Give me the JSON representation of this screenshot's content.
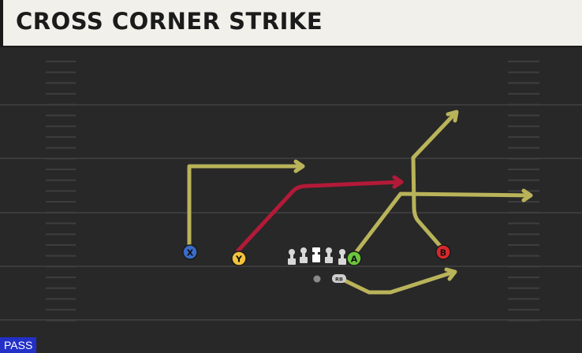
{
  "play": {
    "title": "CROSS CORNER STRIKE",
    "type_badge": "PASS"
  },
  "colors": {
    "route_default": "#b9b35a",
    "route_primary": "#b31a38",
    "button_x": "#3a6cc8",
    "button_y": "#f2c33c",
    "button_a": "#6cc63c",
    "button_b": "#d9282c",
    "lineman": "#d8d8d8",
    "center": "#ffffff"
  },
  "players": {
    "x": {
      "label": "X",
      "button": "X"
    },
    "y": {
      "label": "Y",
      "button": "Y"
    },
    "a": {
      "label": "A",
      "button": "A"
    },
    "b": {
      "label": "B",
      "button": "B"
    },
    "rb": {
      "label": "RB"
    }
  }
}
